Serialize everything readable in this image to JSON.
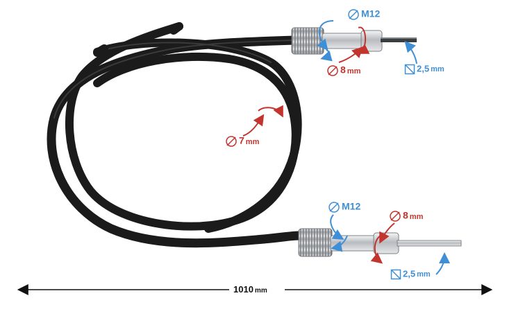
{
  "labels": {
    "top_thread": "M12",
    "top_outer": "8",
    "top_square": "2,5",
    "middle_cable": "7",
    "bottom_thread": "M12",
    "bottom_outer": "8",
    "bottom_square": "2,5",
    "length": "1010",
    "unit": "mm"
  },
  "colors": {
    "blue": "#3f8fd6",
    "red": "#c1352e",
    "cable": "#1b1b1b",
    "metal": "#b9bcc0"
  },
  "icons": {
    "diameter": "circle-slash-icon",
    "square": "square-slash-icon"
  }
}
